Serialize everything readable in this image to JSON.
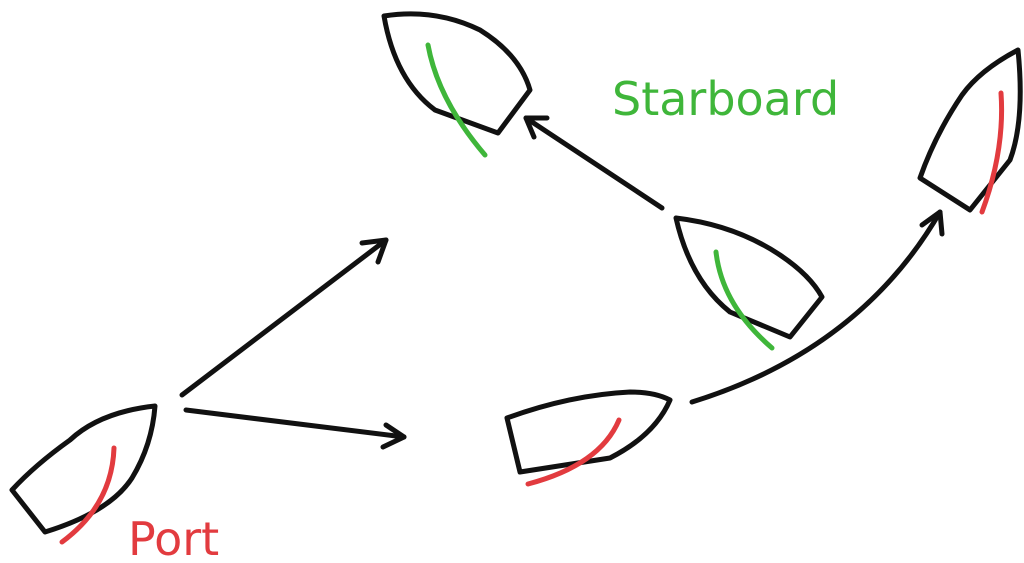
{
  "labels": {
    "starboard": "Starboard",
    "port": "Port"
  },
  "colors": {
    "starboard": "#3fb63a",
    "port": "#e23b3f",
    "outline": "#111111",
    "background": "#ffffff"
  },
  "boats": [
    {
      "id": "boat-top-center",
      "tack": "starboard"
    },
    {
      "id": "boat-center-right",
      "tack": "starboard"
    },
    {
      "id": "boat-top-right",
      "tack": "port"
    },
    {
      "id": "boat-bottom-middle",
      "tack": "port"
    },
    {
      "id": "boat-bottom-left",
      "tack": "port"
    }
  ],
  "arrows": [
    {
      "id": "arrow-left-upper"
    },
    {
      "id": "arrow-left-lower"
    },
    {
      "id": "arrow-center-right-to-top"
    },
    {
      "id": "arrow-bottom-middle-to-right"
    }
  ]
}
